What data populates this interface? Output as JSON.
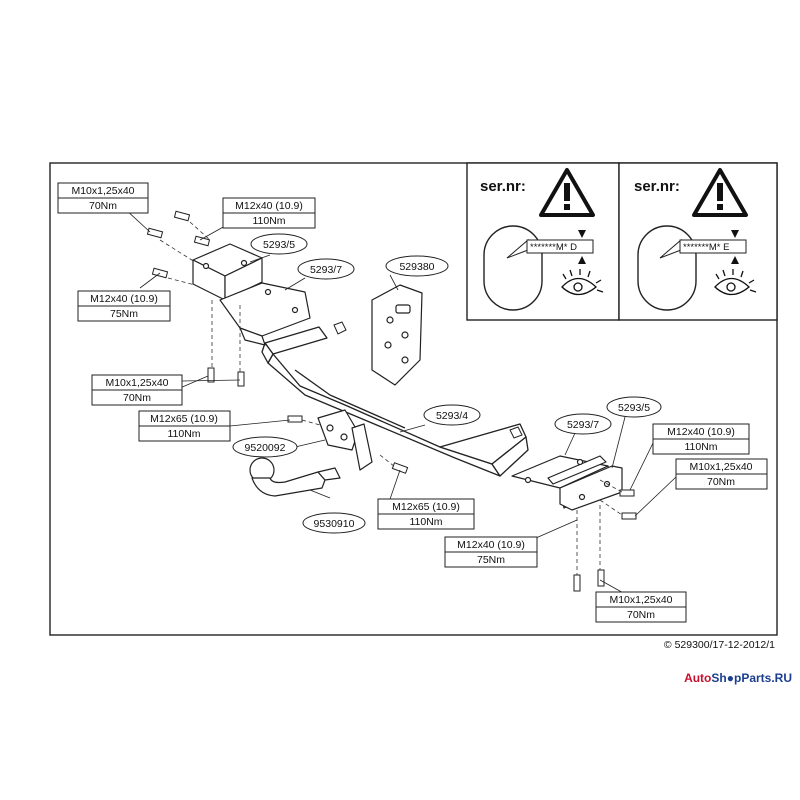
{
  "serial_boxes": [
    {
      "title": "ser.nr:",
      "code": "*******M* D"
    },
    {
      "title": "ser.nr:",
      "code": "*******M* E"
    }
  ],
  "bolt_labels": [
    {
      "spec": "M10x1,25x40",
      "torque": "70Nm"
    },
    {
      "spec": "M12x40 (10.9)",
      "torque": "110Nm"
    },
    {
      "spec": "M12x40 (10.9)",
      "torque": "75Nm"
    },
    {
      "spec": "M10x1,25x40",
      "torque": "70Nm"
    },
    {
      "spec": "M12x65 (10.9)",
      "torque": "110Nm"
    },
    {
      "spec": "M12x65 (10.9)",
      "torque": "110Nm"
    },
    {
      "spec": "M12x40 (10.9)",
      "torque": "110Nm"
    },
    {
      "spec": "M10x1,25x40",
      "torque": "70Nm"
    },
    {
      "spec": "M12x40 (10.9)",
      "torque": "75Nm"
    },
    {
      "spec": "M10x1,25x40",
      "torque": "70Nm"
    }
  ],
  "part_numbers": [
    "5293/5",
    "5293/7",
    "529380",
    "5293/4",
    "9520092",
    "9530910",
    "5293/7",
    "5293/5"
  ],
  "copyright": "© 529300/17-12-2012/1",
  "watermark": {
    "part1": "Auto",
    "part2": "Sh",
    "part3": "pParts.RU"
  },
  "colors": {
    "line": "#222222",
    "fill": "#ffffff",
    "watermark_red": "#c8102e",
    "watermark_blue": "#1a3f8f"
  }
}
